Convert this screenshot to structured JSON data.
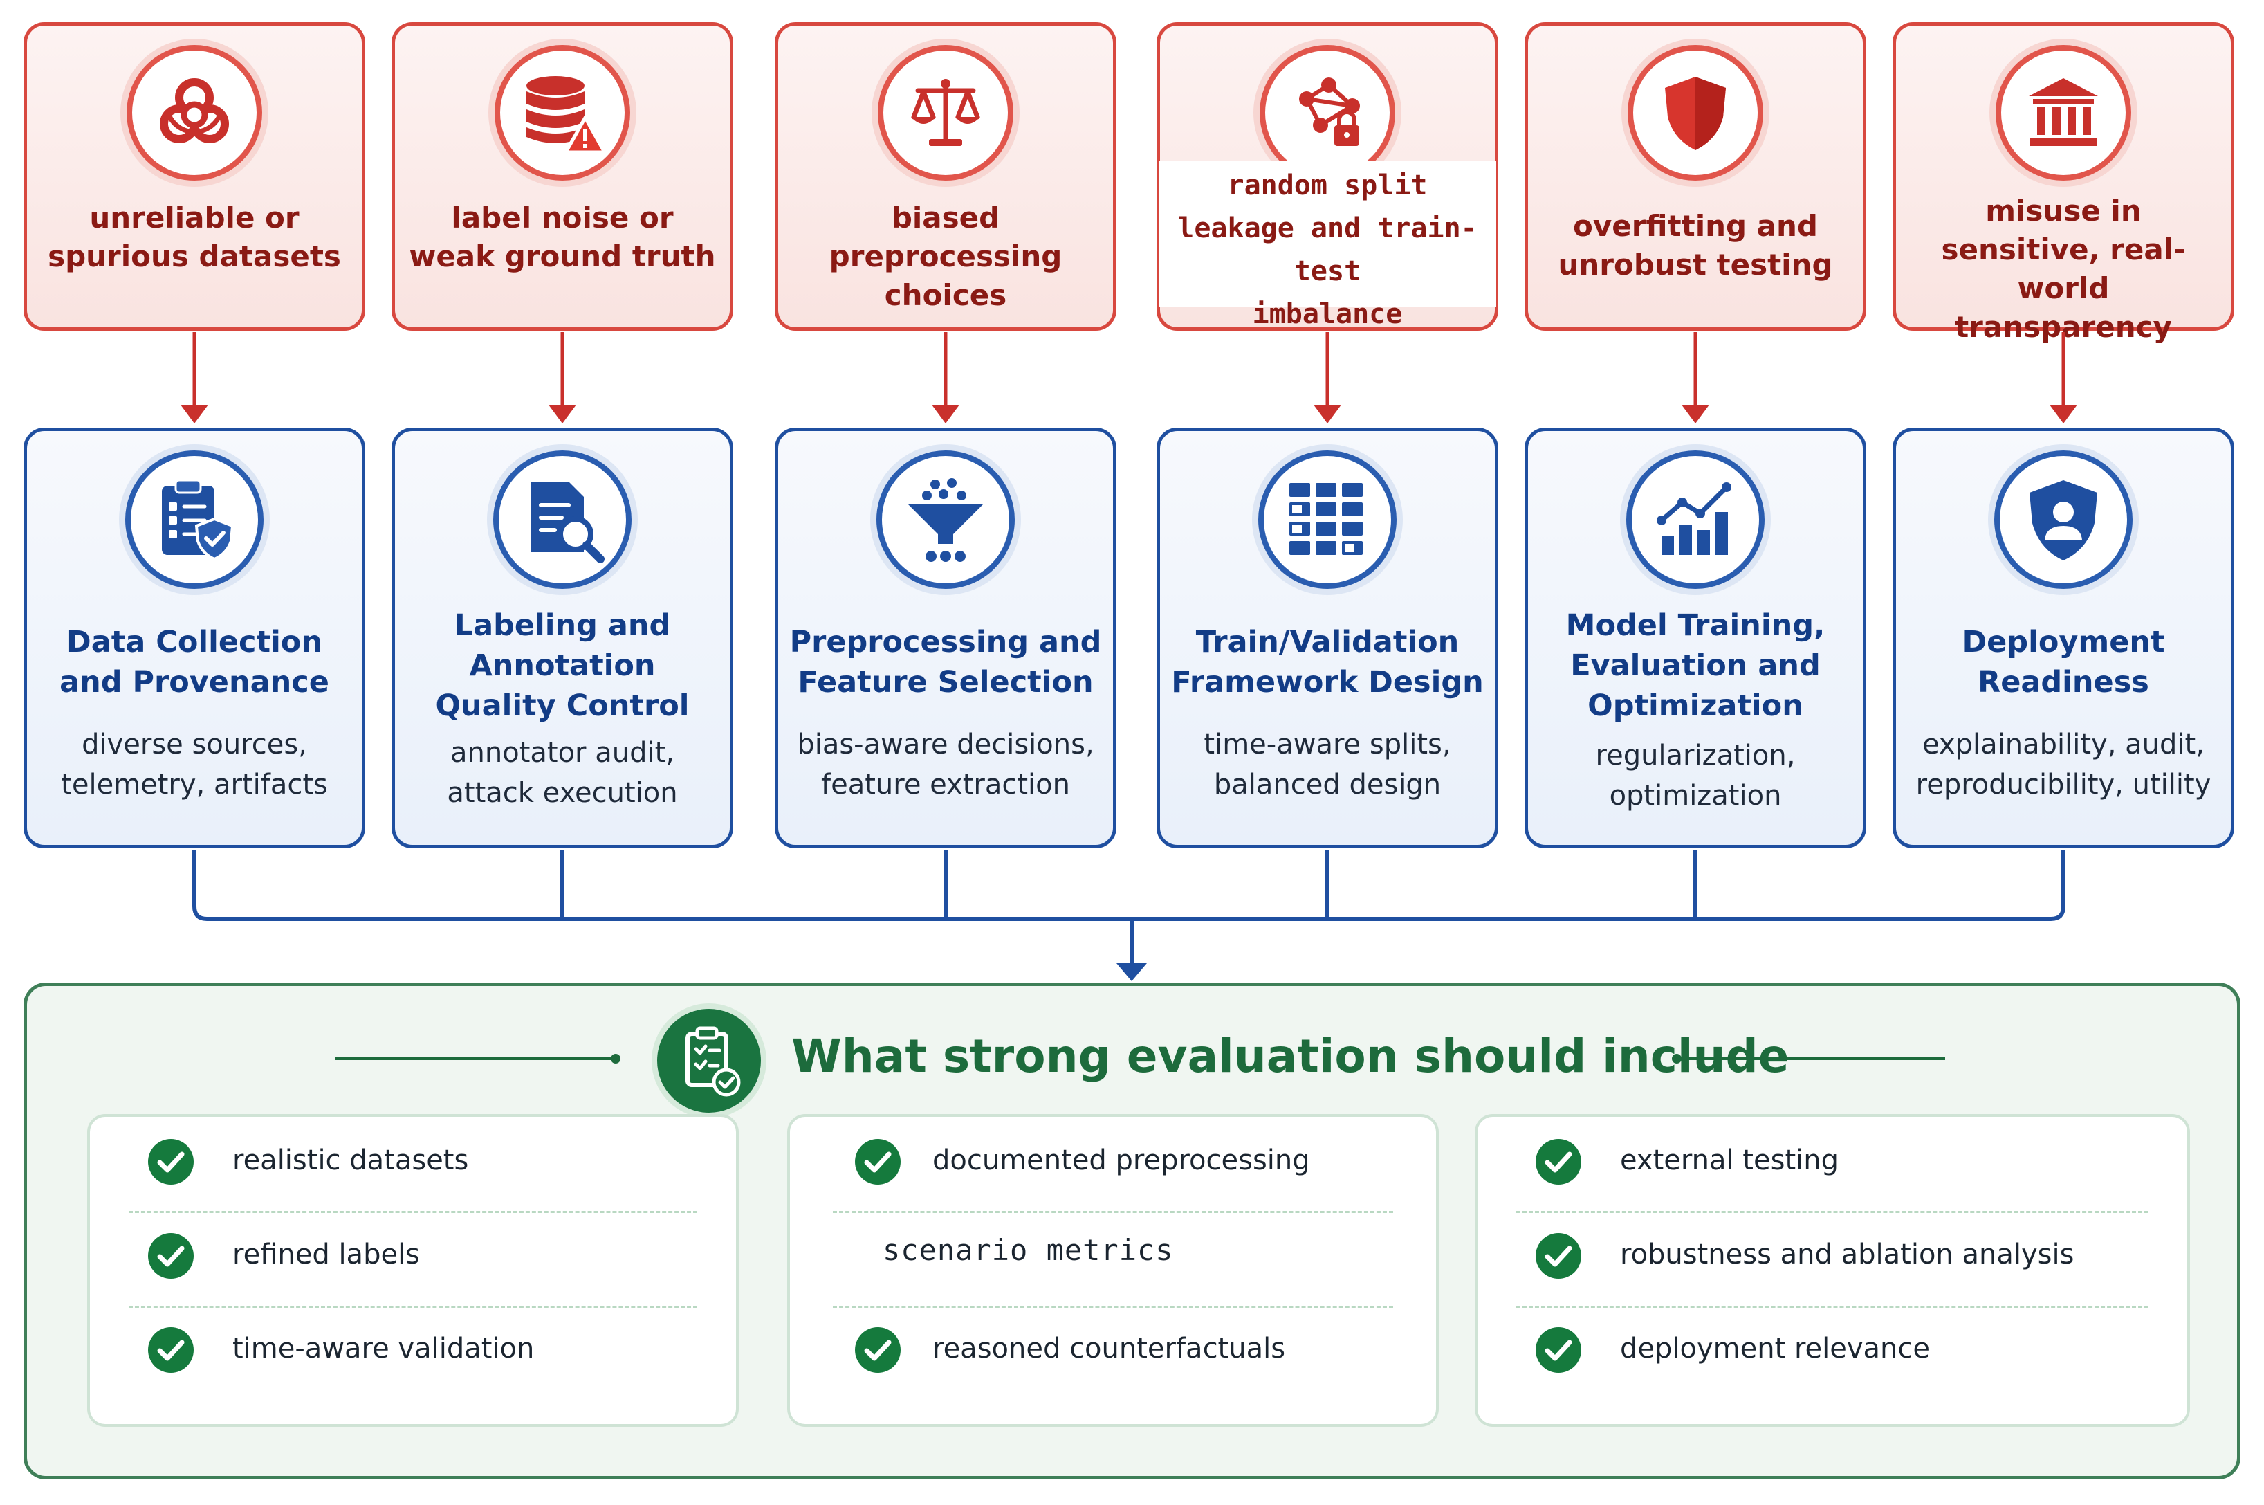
{
  "risks": [
    {
      "label": "unreliable or\nspurious datasets",
      "icon": "biohazard-icon"
    },
    {
      "label": "label noise or\nweak ground truth",
      "icon": "database-warning-icon"
    },
    {
      "label": "biased\npreprocessing choices",
      "icon": "scales-icon"
    },
    {
      "label": "random split\nleakage and train-test\nimbalance",
      "icon": "network-lock-icon"
    },
    {
      "label": "overfitting and\nunrobust testing",
      "icon": "shield-icon"
    },
    {
      "label": "misuse in\nsensitive, real-world\ntransparency",
      "icon": "institution-icon"
    }
  ],
  "stages": [
    {
      "title": "Data Collection\nand Provenance",
      "desc": "diverse sources,\ntelemetry, artifacts",
      "icon": "clipboard-check-icon"
    },
    {
      "title": "Labeling and\nAnnotation\nQuality Control",
      "desc": "annotator audit,\nattack execution",
      "icon": "document-search-icon"
    },
    {
      "title": "Preprocessing and\nFeature Selection",
      "desc": "bias-aware decisions,\nfeature extraction",
      "icon": "funnel-icon"
    },
    {
      "title": "Train/Validation\nFramework Design",
      "desc": "time-aware splits,\nbalanced design",
      "icon": "grid-icon"
    },
    {
      "title": "Model Training,\nEvaluation and\nOptimization",
      "desc": "regularization,\noptimization",
      "icon": "bar-chart-trend-icon"
    },
    {
      "title": "Deployment\nReadiness",
      "desc": "explainability, audit,\nreproducibility, utility",
      "icon": "user-shield-icon"
    }
  ],
  "evaluation": {
    "title": "What strong evaluation should include",
    "icon": "clipboard-check-icon",
    "columns": [
      {
        "items": [
          {
            "label": "realistic datasets",
            "checked": true
          },
          {
            "label": "refined labels",
            "checked": true
          },
          {
            "label": "time-aware validation",
            "checked": true
          }
        ]
      },
      {
        "items": [
          {
            "label": "documented preprocessing",
            "checked": true
          },
          {
            "label": "scenario metrics",
            "checked": false
          },
          {
            "label": "reasoned counterfactuals",
            "checked": true
          }
        ]
      },
      {
        "items": [
          {
            "label": "external testing",
            "checked": true
          },
          {
            "label": "robustness and ablation analysis",
            "checked": true
          },
          {
            "label": "deployment relevance",
            "checked": true
          }
        ]
      }
    ]
  },
  "colors": {
    "risk_border": "#d8483f",
    "risk_text": "#8a1a14",
    "stage_border": "#1f4fa0",
    "stage_title": "#123c86",
    "eval_green": "#157a3d",
    "connector_red": "#c9302c",
    "connector_blue": "#1f4fa0"
  }
}
